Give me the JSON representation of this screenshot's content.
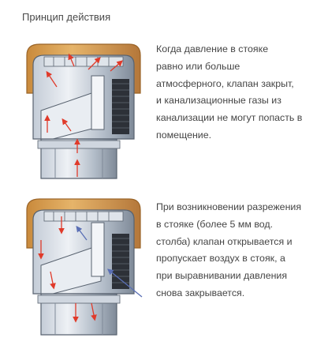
{
  "title": "Принцип действия",
  "closed_state": {
    "lines": [
      "Когда давление в стояке",
      "равно или больше",
      "атмосферного, клапан закрыт,",
      "и канализационные газы из",
      "канализации не могут попасть в",
      "помещение."
    ]
  },
  "open_state": {
    "lines": [
      "При возникновении разрежения",
      "в стояке (более 5 мм вод.",
      "столба) клапан открывается и",
      "пропускает воздух в стояк, а",
      "при выравнивании давления",
      "снова закрывается."
    ]
  },
  "colors": {
    "cap": "#d8a055",
    "cap_edge": "#9a6428",
    "body_light": "#e6ebf2",
    "body_mid": "#a9b4c2",
    "body_dark": "#58626f",
    "arrow_gas": "#e03a2a",
    "arrow_air": "#5a6fb5"
  },
  "icons": [
    "valve-closed-illustration",
    "valve-open-illustration"
  ]
}
